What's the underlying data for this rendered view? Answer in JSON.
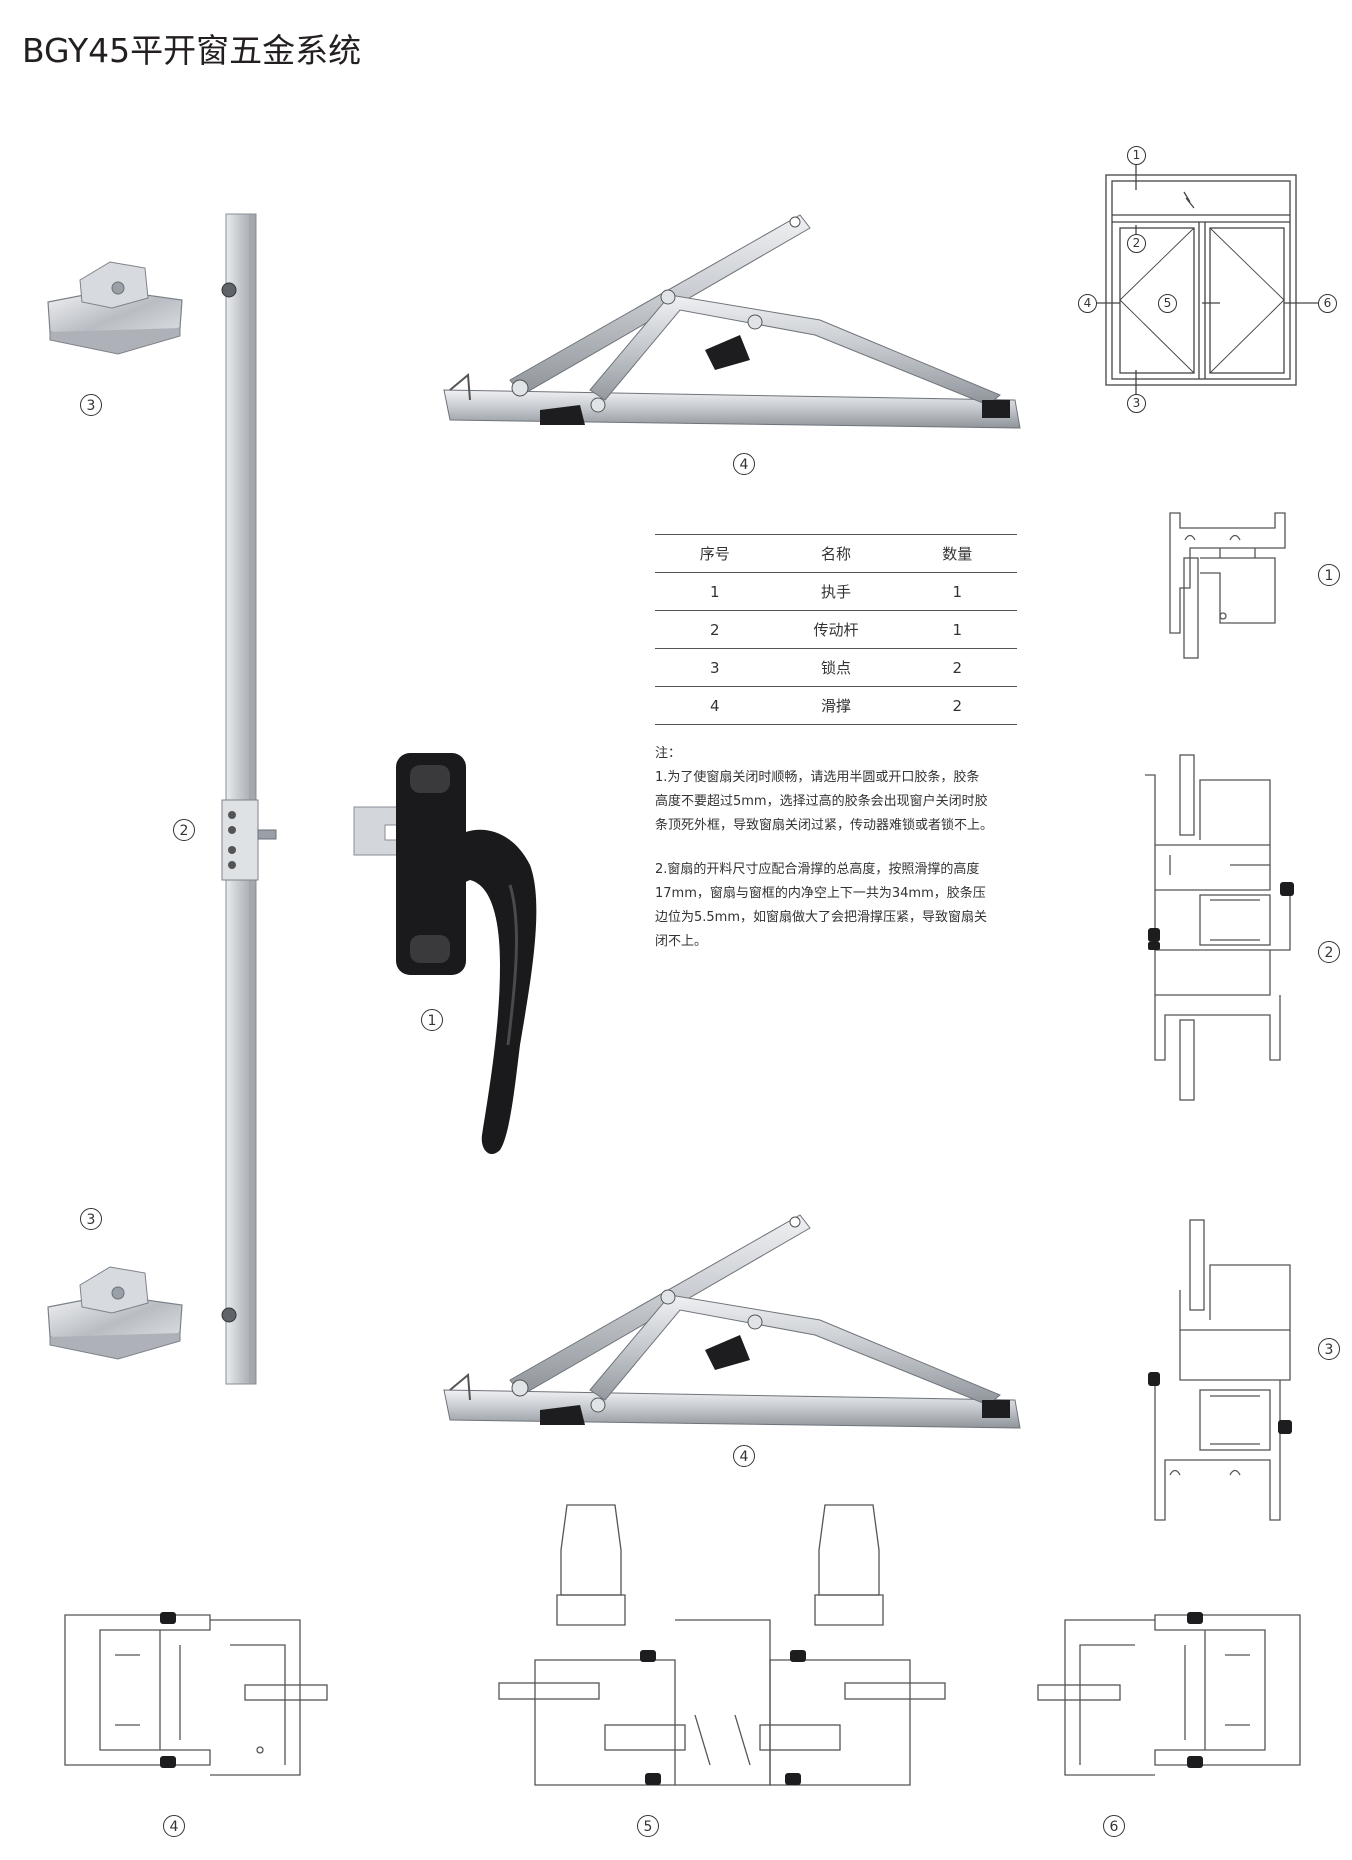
{
  "title": "BGY45平开窗五金系统",
  "callouts": {
    "n1": "1",
    "n2": "2",
    "n3": "3",
    "n4": "4",
    "n5": "5",
    "n6": "6"
  },
  "parts_table": {
    "headers": [
      "序号",
      "名称",
      "数量"
    ],
    "rows": [
      [
        "1",
        "执手",
        "1"
      ],
      [
        "2",
        "传动杆",
        "1"
      ],
      [
        "3",
        "锁点",
        "2"
      ],
      [
        "4",
        "滑撑",
        "2"
      ]
    ]
  },
  "notes": {
    "heading": "注：",
    "note1": [
      "1.为了使窗扇关闭时顺畅，请选用半圆或开口胶条，胶条",
      "高度不要超过5mm，选择过高的胶条会出现窗户关闭时胶",
      "条顶死外框，导致窗扇关闭过紧，传动器难锁或者锁不上。"
    ],
    "note2": [
      "2.窗扇的开料尺寸应配合滑撑的总高度，按照滑撑的高度",
      "17mm，窗扇与窗框的内净空上下一共为34mm，胶条压",
      "边位为5.5mm，如窗扇做大了会把滑撑压紧，导致窗扇关",
      "闭不上。"
    ]
  },
  "colors": {
    "metal": "#c9ccd0",
    "metal_dark": "#8c9096",
    "handle": "#1a1a1c",
    "line": "#555555"
  },
  "icons": [
    "lock-point-icon",
    "transmission-rod-icon",
    "handle-icon",
    "friction-stay-icon",
    "window-elevation-icon",
    "profile-section-icon"
  ]
}
